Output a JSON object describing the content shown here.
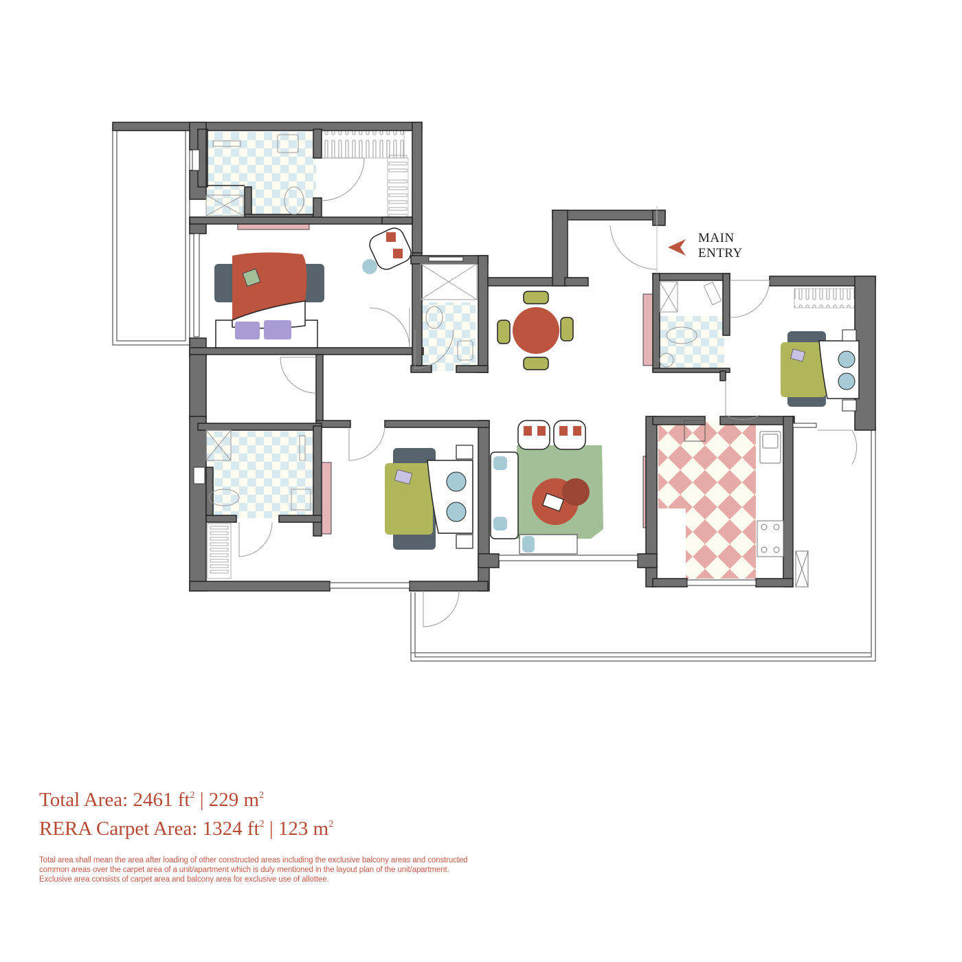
{
  "plan": {
    "entry_label_line1": "MAIN",
    "entry_label_line2": "ENTRY",
    "rooms": [
      {
        "name": "master-bedroom",
        "furniture": [
          "double-bed",
          "armchair",
          "side-table",
          "wardrobe",
          "tv-unit"
        ]
      },
      {
        "name": "master-bathroom",
        "fixtures": [
          "wash-basin",
          "toilet",
          "vanity"
        ]
      },
      {
        "name": "dining",
        "furniture": [
          "round-dining-table",
          "4-chairs"
        ]
      },
      {
        "name": "living",
        "furniture": [
          "sofa",
          "2-armchairs",
          "coffee-table",
          "rug",
          "console"
        ]
      },
      {
        "name": "bedroom-2",
        "furniture": [
          "double-bed",
          "2-side-tables",
          "tv-unit"
        ]
      },
      {
        "name": "bathroom-2",
        "fixtures": [
          "shower",
          "toilet",
          "wash-basin"
        ]
      },
      {
        "name": "bedroom-3",
        "furniture": [
          "double-bed",
          "2-side-tables",
          "wardrobe"
        ]
      },
      {
        "name": "bathroom-3",
        "fixtures": [
          "shower",
          "toilet",
          "wash-basin"
        ]
      },
      {
        "name": "powder-room",
        "fixtures": [
          "shower",
          "toilet",
          "wash-basin"
        ]
      },
      {
        "name": "kitchen",
        "fixtures": [
          "sink",
          "hob"
        ]
      },
      {
        "name": "balcony-west"
      },
      {
        "name": "balcony-south"
      }
    ],
    "colors": {
      "wall": "#707070",
      "accent_red": "#bb5540",
      "dark_red": "#9a4535",
      "olive": "#b1b65a",
      "slate": "#56636b",
      "lavender": "#a99bd4",
      "sage": "#a3bf98",
      "pink": "#e3b5b9",
      "bath_tile": "#d7e8ef",
      "kitchen_tile": "#e6aaa7",
      "light_blue": "#a6cbd6"
    }
  },
  "areas": {
    "total_label": "Total Area: ",
    "total_ft": "2461 ft",
    "total_sep": " | ",
    "total_m": "229 m",
    "rera_label": "RERA Carpet Area: ",
    "rera_ft": "1324 ft",
    "rera_sep": " | ",
    "rera_m": "123 m",
    "sup": "2"
  },
  "disclaimer": {
    "line1": "Total area shall mean the area after loading of other constructed areas including the exclusive balcony areas and constructed",
    "line2": "common areas over the carpet area of a unit/apartment which is duly mentioned in the layout plan of the unit/apartment.",
    "line3": "Exclusive area consists of carpet area and balcony area for exclusive use of allottee."
  }
}
